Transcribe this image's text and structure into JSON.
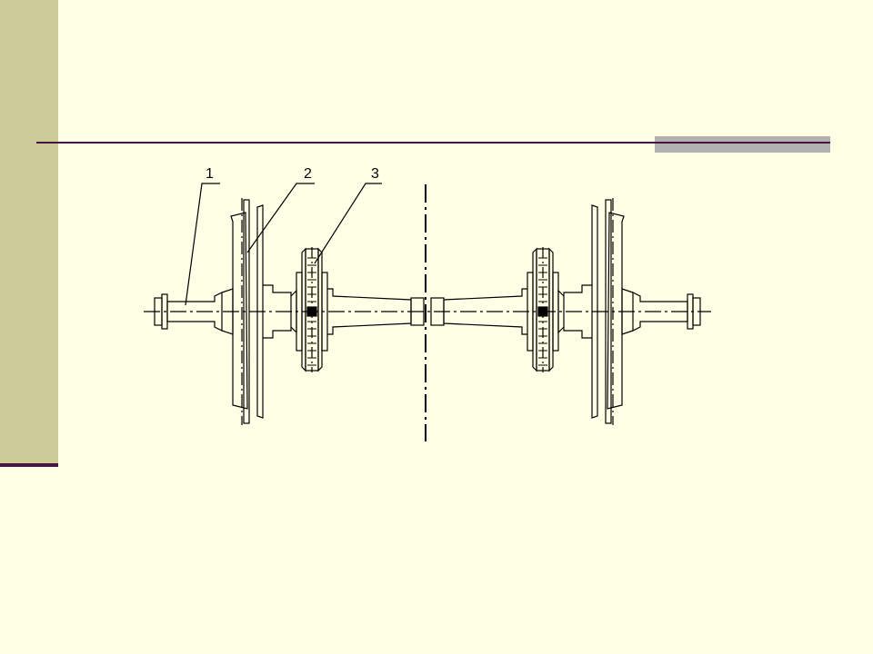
{
  "slide": {
    "colors": {
      "background": "#FFFFE5",
      "sidebar": "#CCCC99",
      "rule": "#4A1442",
      "accent_bar": "#B2B2B2",
      "drawing_line": "#000000"
    }
  },
  "diagram": {
    "callouts": [
      {
        "label": "1"
      },
      {
        "label": "2"
      },
      {
        "label": "3"
      }
    ]
  }
}
